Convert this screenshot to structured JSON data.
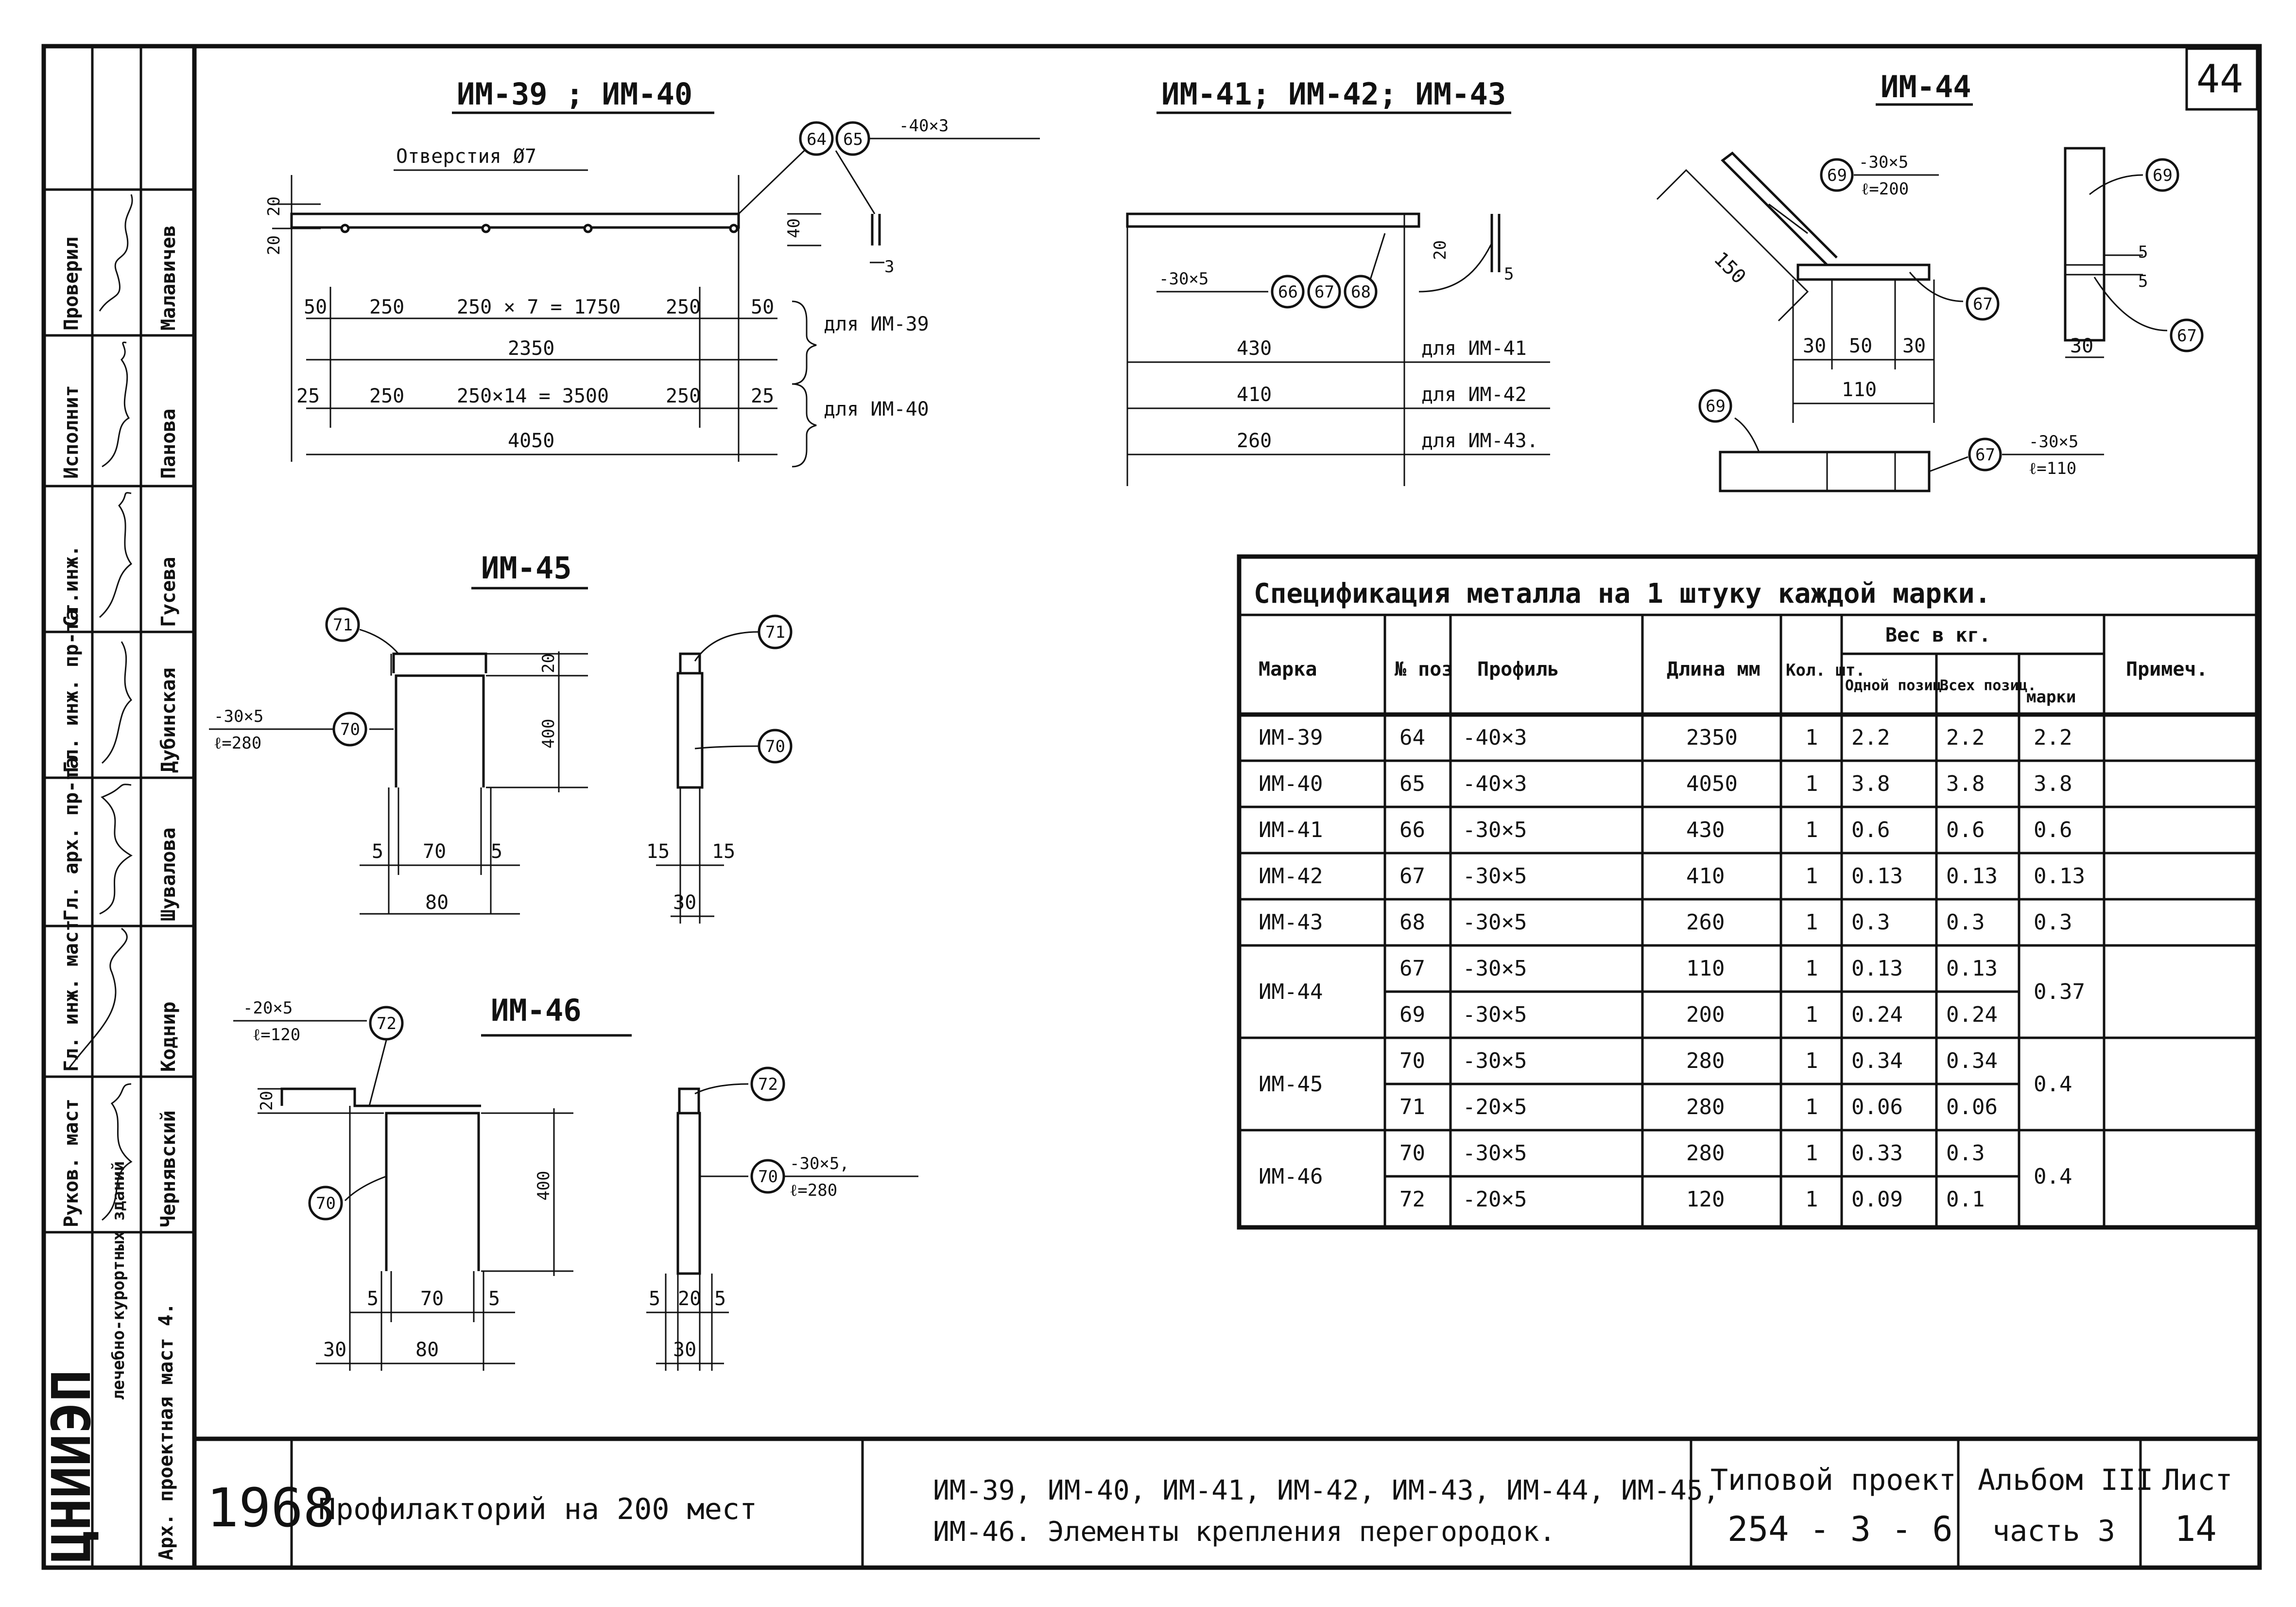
{
  "sheet_number_corner": "44",
  "left_stamp": {
    "rows": [
      {
        "role": "Проверил",
        "name": "Малавичев"
      },
      {
        "role": "Исполнит",
        "name": "Панова"
      },
      {
        "role": "Ст.инж.",
        "name": "Гусева"
      },
      {
        "role": "Гл. инж. пр-та",
        "name": "Дубинская"
      },
      {
        "role": "Гл. арх. пр-та",
        "name": "Шувалова"
      },
      {
        "role": "Гл. инж. маст",
        "name": "Коднир"
      },
      {
        "role": "Руков. маст",
        "name": "Чернявский"
      },
      {
        "role": "Арх. проектная маст 4.",
        "name": ""
      }
    ],
    "org": "ЦНИИЭП",
    "org_sub": "лечебно-курортных зданий"
  },
  "drawings": {
    "im39_40": {
      "title": "ИМ-39 ; ИМ-40",
      "holes": "Отверстия Ø7",
      "profile_note": "-40×3",
      "dims_top": [
        "20",
        "20",
        "40",
        "3"
      ],
      "row1": [
        "50",
        "250",
        "250 × 7 = 1750",
        "250",
        "50"
      ],
      "total1": "2350",
      "note1": "для ИМ-39",
      "row2": [
        "25",
        "250",
        "250×14 = 3500",
        "250",
        "25"
      ],
      "total2": "4050",
      "note2": "для ИМ-40",
      "positions": [
        "64",
        "65"
      ]
    },
    "im41_43": {
      "title": "ИМ-41; ИМ-42; ИМ-43",
      "profile_note": "-30×5",
      "positions": [
        "66",
        "67",
        "68"
      ],
      "dims_top": [
        "20",
        "5"
      ],
      "lengths": [
        "430",
        "410",
        "260"
      ],
      "notes": [
        "для ИМ-41",
        "для ИМ-42",
        "для ИМ-43."
      ]
    },
    "im44": {
      "title": "ИМ-44",
      "note_a1": "-30×5",
      "note_a2": "ℓ=200",
      "note_b1": "-30×5",
      "note_b2": "ℓ=110",
      "dims": [
        "150",
        "30",
        "50",
        "30",
        "110",
        "5",
        "5",
        "30"
      ],
      "positions": [
        "69",
        "67",
        "69",
        "67",
        "69",
        "67"
      ]
    },
    "im45": {
      "title": "ИМ-45",
      "note1": "-30×5",
      "note2": "ℓ=280",
      "dims": [
        "20",
        "400",
        "5",
        "70",
        "5",
        "80",
        "15",
        "15",
        "30"
      ],
      "positions": [
        "71",
        "70",
        "71",
        "70"
      ]
    },
    "im46": {
      "title": "ИМ-46",
      "note1": "-20×5",
      "note2": "ℓ=120",
      "note3": "-30×5,",
      "note4": "ℓ=280",
      "dims": [
        "20",
        "400",
        "5",
        "70",
        "5",
        "30",
        "80",
        "5",
        "20",
        "5",
        "30"
      ],
      "positions": [
        "72",
        "70",
        "72",
        "70"
      ]
    }
  },
  "spec_table": {
    "title": "Спецификация металла на 1 штуку каждой марки.",
    "headers": {
      "mark": "Марка",
      "pos": "№ поз",
      "profile": "Профиль",
      "length": "Длина мм",
      "qty": "Кол. шт.",
      "weight": "Вес в кг.",
      "w_one": "Одной позиц.",
      "w_all": "Всех позиц.",
      "w_mark": "марки",
      "note": "Примеч."
    },
    "rows": [
      {
        "mark": "ИМ-39",
        "pos": "64",
        "profile": "-40×3",
        "length": "2350",
        "qty": "1",
        "one": "2.2",
        "all": "2.2",
        "markw": "2.2"
      },
      {
        "mark": "ИМ-40",
        "pos": "65",
        "profile": "-40×3",
        "length": "4050",
        "qty": "1",
        "one": "3.8",
        "all": "3.8",
        "markw": "3.8"
      },
      {
        "mark": "ИМ-41",
        "pos": "66",
        "profile": "-30×5",
        "length": "430",
        "qty": "1",
        "one": "0.6",
        "all": "0.6",
        "markw": "0.6"
      },
      {
        "mark": "ИМ-42",
        "pos": "67",
        "profile": "-30×5",
        "length": "410",
        "qty": "1",
        "one": "0.13",
        "all": "0.13",
        "markw": "0.13"
      },
      {
        "mark": "ИМ-43",
        "pos": "68",
        "profile": "-30×5",
        "length": "260",
        "qty": "1",
        "one": "0.3",
        "all": "0.3",
        "markw": "0.3"
      },
      {
        "mark": "ИМ-44",
        "pos": "67",
        "profile": "-30×5",
        "length": "110",
        "qty": "1",
        "one": "0.13",
        "all": "0.13",
        "markw": "0.37"
      },
      {
        "mark": "",
        "pos": "69",
        "profile": "-30×5",
        "length": "200",
        "qty": "1",
        "one": "0.24",
        "all": "0.24",
        "markw": ""
      },
      {
        "mark": "ИМ-45",
        "pos": "70",
        "profile": "-30×5",
        "length": "280",
        "qty": "1",
        "one": "0.34",
        "all": "0.34",
        "markw": "0.4"
      },
      {
        "mark": "",
        "pos": "71",
        "profile": "-20×5",
        "length": "280",
        "qty": "1",
        "one": "0.06",
        "all": "0.06",
        "markw": ""
      },
      {
        "mark": "ИМ-46",
        "pos": "70",
        "profile": "-30×5",
        "length": "280",
        "qty": "1",
        "one": "0.33",
        "all": "0.3",
        "markw": "0.4"
      },
      {
        "mark": "",
        "pos": "72",
        "profile": "-20×5",
        "length": "120",
        "qty": "1",
        "one": "0.09",
        "all": "0.1",
        "markw": ""
      }
    ]
  },
  "title_block": {
    "year": "1968",
    "object": "Профилакторий на 200 мест",
    "content_line1": "ИМ-39, ИМ-40, ИМ-41, ИМ-42, ИМ-43, ИМ-44, ИМ-45,",
    "content_line2": "ИМ-46. Элементы крепления перегородок.",
    "project_label": "Типовой проект",
    "project_number": "254 - 3 - 6",
    "album_label": "Альбом III",
    "part_label": "часть 3",
    "sheet_label": "Лист",
    "sheet_number": "14"
  }
}
